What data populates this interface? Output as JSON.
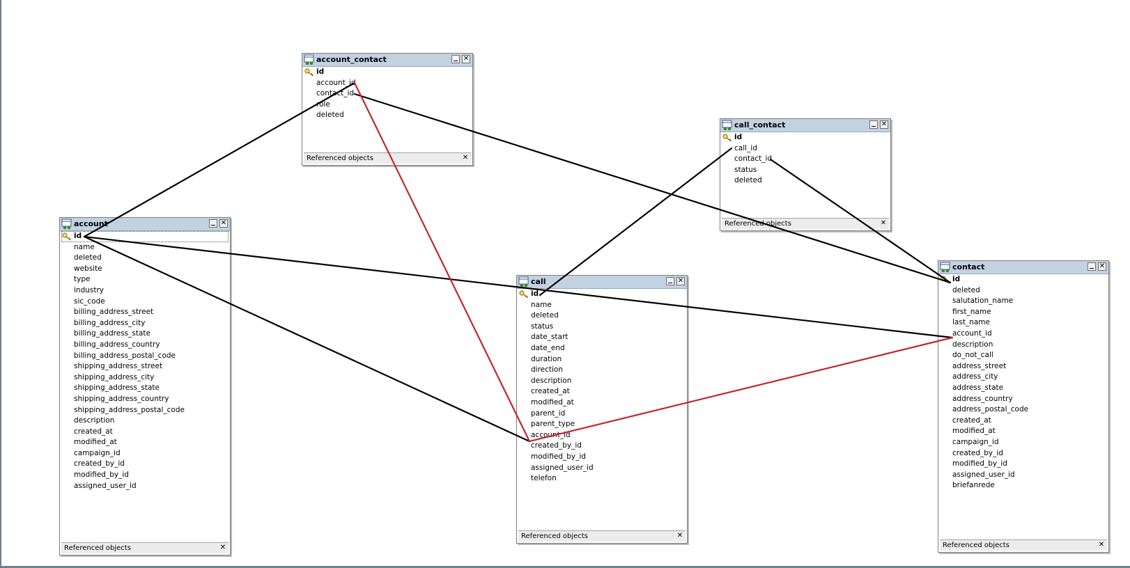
{
  "diagram": {
    "footer_label": "Referenced objects",
    "colors": {
      "title_bar": "#c3d2e1",
      "link_black": "#000000",
      "link_red": "#c1272d",
      "key_icon": "#d6b624"
    },
    "tables": [
      {
        "name": "account_contact",
        "fields": [
          "id",
          "account_id",
          "contact_id",
          "role",
          "deleted"
        ]
      },
      {
        "name": "call_contact",
        "fields": [
          "id",
          "call_id",
          "contact_id",
          "status",
          "deleted"
        ]
      },
      {
        "name": "account",
        "fields": [
          "id",
          "name",
          "deleted",
          "website",
          "type",
          "industry",
          "sic_code",
          "billing_address_street",
          "billing_address_city",
          "billing_address_state",
          "billing_address_country",
          "billing_address_postal_code",
          "shipping_address_street",
          "shipping_address_city",
          "shipping_address_state",
          "shipping_address_country",
          "shipping_address_postal_code",
          "description",
          "created_at",
          "modified_at",
          "campaign_id",
          "created_by_id",
          "modified_by_id",
          "assigned_user_id"
        ]
      },
      {
        "name": "call",
        "fields": [
          "id",
          "name",
          "deleted",
          "status",
          "date_start",
          "date_end",
          "duration",
          "direction",
          "description",
          "created_at",
          "modified_at",
          "parent_id",
          "parent_type",
          "account_id",
          "created_by_id",
          "modified_by_id",
          "assigned_user_id",
          "telefon"
        ]
      },
      {
        "name": "contact",
        "fields": [
          "id",
          "deleted",
          "salutation_name",
          "first_name",
          "last_name",
          "account_id",
          "description",
          "do_not_call",
          "address_street",
          "address_city",
          "address_state",
          "address_country",
          "address_postal_code",
          "created_at",
          "modified_at",
          "campaign_id",
          "created_by_id",
          "modified_by_id",
          "assigned_user_id",
          "briefanrede"
        ]
      }
    ],
    "relations": [
      {
        "from": "account_contact.account_id",
        "to": "account.id",
        "color": "black"
      },
      {
        "from": "account_contact.contact_id",
        "to": "contact.id",
        "color": "black"
      },
      {
        "from": "call_contact.call_id",
        "to": "call.id",
        "color": "black"
      },
      {
        "from": "call_contact.contact_id",
        "to": "contact.id",
        "color": "black"
      },
      {
        "from": "call.account_id",
        "to": "account.id",
        "color": "black"
      },
      {
        "from": "contact.account_id",
        "to": "account.id",
        "color": "black"
      },
      {
        "from": "account_contact.account_id",
        "to": "call.account_id",
        "color": "red"
      },
      {
        "from": "call.account_id",
        "to": "contact.account_id",
        "color": "red"
      }
    ]
  }
}
